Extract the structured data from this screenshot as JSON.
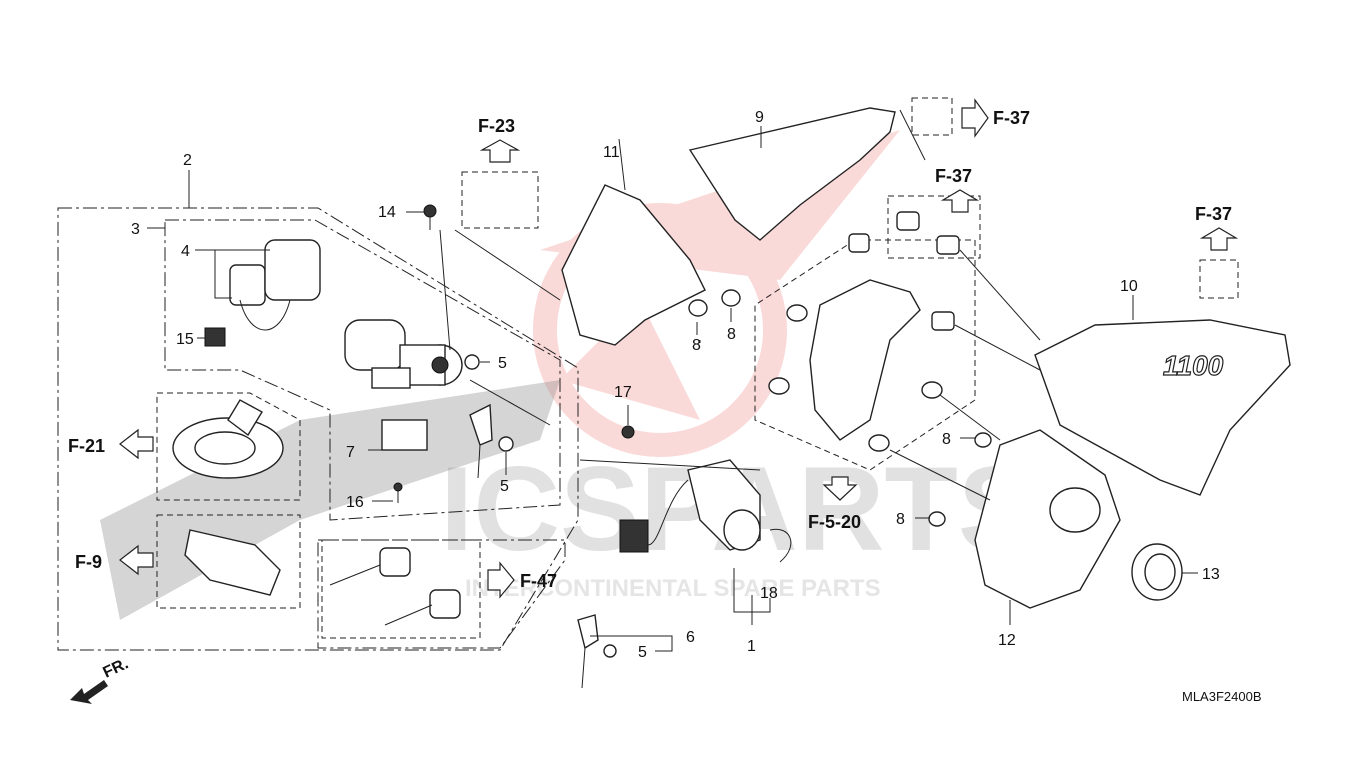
{
  "watermark": {
    "logo": "ICSPARTS",
    "tagline": "INTERCONTINENTAL SPARE PARTS",
    "logo_color": "#e53935"
  },
  "diagram_code": "MLA3F2400B",
  "front_label": "FR.",
  "cross_refs": {
    "f23": "F-23",
    "f37_top": "F-37",
    "f37_mid": "F-37",
    "f37_right": "F-37",
    "f21": "F-21",
    "f9": "F-9",
    "f47": "F-47",
    "f520": "F-5-20"
  },
  "badge_text": "1100",
  "callouts": {
    "c1": "1",
    "c2": "2",
    "c3": "3",
    "c4": "4",
    "c5a": "5",
    "c5b": "5",
    "c5c": "5",
    "c6": "6",
    "c7": "7",
    "c8a": "8",
    "c8b": "8",
    "c8c": "8",
    "c8d": "8",
    "c9": "9",
    "c10": "10",
    "c11": "11",
    "c12": "12",
    "c13": "13",
    "c14": "14",
    "c15": "15",
    "c16": "16",
    "c17": "17",
    "c18": "18"
  }
}
